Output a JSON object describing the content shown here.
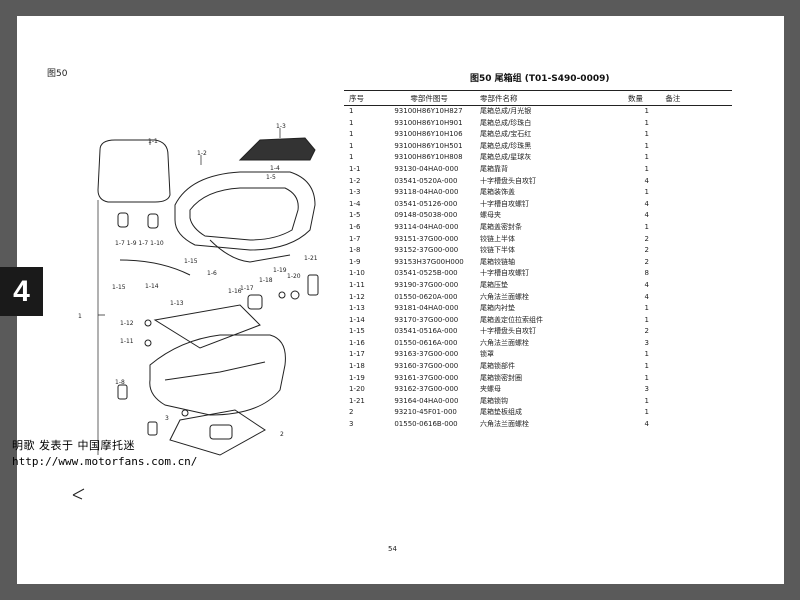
{
  "figure_label": "图50",
  "table_title": "图50 尾箱组 (T01-S490-0009)",
  "chapter": "4",
  "page_number": "54",
  "headers": {
    "index": "序号",
    "code": "零部件图号",
    "name": "零部件名称",
    "qty": "数量",
    "note": "备注"
  },
  "rows": [
    {
      "index": "1",
      "code": "93100H86Y10H827",
      "name": "尾箱总成/月光银",
      "qty": "1"
    },
    {
      "index": "1",
      "code": "93100H86Y10H901",
      "name": "尾箱总成/珍珠白",
      "qty": "1"
    },
    {
      "index": "1",
      "code": "93100H86Y10H106",
      "name": "尾箱总成/宝石红",
      "qty": "1"
    },
    {
      "index": "1",
      "code": "93100H86Y10H501",
      "name": "尾箱总成/珍珠黑",
      "qty": "1"
    },
    {
      "index": "1",
      "code": "93100H86Y10H808",
      "name": "尾箱总成/星球灰",
      "qty": "1"
    },
    {
      "index": "1-1",
      "code": "93130-04HA0-000",
      "name": "尾箱靠背",
      "qty": "1"
    },
    {
      "index": "1-2",
      "code": "03541-0520A-000",
      "name": "十字槽盘头自攻钉",
      "qty": "4"
    },
    {
      "index": "1-3",
      "code": "93118-04HA0-000",
      "name": "尾箱装饰盖",
      "qty": "1"
    },
    {
      "index": "1-4",
      "code": "03541-05126-000",
      "name": "十字槽自攻螺钉",
      "qty": "4"
    },
    {
      "index": "1-5",
      "code": "09148-05038-000",
      "name": "螺母夹",
      "qty": "4"
    },
    {
      "index": "1-6",
      "code": "93114-04HA0-000",
      "name": "尾箱盖密封条",
      "qty": "1"
    },
    {
      "index": "1-7",
      "code": "93151-37G00-000",
      "name": "铰链上半体",
      "qty": "2"
    },
    {
      "index": "1-8",
      "code": "93152-37G00-000",
      "name": "铰链下半体",
      "qty": "2"
    },
    {
      "index": "1-9",
      "code": "93153H37G00H000",
      "name": "尾箱铰链轴",
      "qty": "2"
    },
    {
      "index": "1-10",
      "code": "03541-0525B-000",
      "name": "十字槽自攻螺钉",
      "qty": "8"
    },
    {
      "index": "1-11",
      "code": "93190-37G00-000",
      "name": "尾箱压垫",
      "qty": "4"
    },
    {
      "index": "1-12",
      "code": "01550-0620A-000",
      "name": "六角法兰面螺栓",
      "qty": "4"
    },
    {
      "index": "1-13",
      "code": "93181-04HA0-000",
      "name": "尾箱内衬垫",
      "qty": "1"
    },
    {
      "index": "1-14",
      "code": "93170-37G00-000",
      "name": "尾箱盖定位拉索组件",
      "qty": "1"
    },
    {
      "index": "1-15",
      "code": "03541-0516A-000",
      "name": "十字槽盘头自攻钉",
      "qty": "2"
    },
    {
      "index": "1-16",
      "code": "01550-0616A-000",
      "name": "六角法兰面螺栓",
      "qty": "3"
    },
    {
      "index": "1-17",
      "code": "93163-37G00-000",
      "name": "锁罩",
      "qty": "1"
    },
    {
      "index": "1-18",
      "code": "93160-37G00-000",
      "name": "尾箱锁部件",
      "qty": "1"
    },
    {
      "index": "1-19",
      "code": "93161-37G00-000",
      "name": "尾箱锁密封圈",
      "qty": "1"
    },
    {
      "index": "1-20",
      "code": "93162-37G00-000",
      "name": "夹螺母",
      "qty": "3"
    },
    {
      "index": "1-21",
      "code": "93164-04HA0-000",
      "name": "尾箱锁钩",
      "qty": "1"
    },
    {
      "index": "2",
      "code": "93210-45F01-000",
      "name": "尾箱垫板组成",
      "qty": "1"
    },
    {
      "index": "3",
      "code": "01550-0616B-000",
      "name": "六角法兰面螺栓",
      "qty": "4"
    }
  ],
  "callouts": [
    "1-1",
    "1-2",
    "1-3",
    "1-4",
    "1-5",
    "1-6",
    "1-7",
    "1-9",
    "1-10",
    "1-15",
    "1-14",
    "1-16",
    "1-17",
    "1-18",
    "1-19",
    "1-20",
    "1-21",
    "1-13",
    "1-12",
    "1-11",
    "1",
    "1-8",
    "3",
    "2"
  ],
  "watermark": {
    "line1": "明歌 发表于 中国摩托迷",
    "line2": "http://www.motorfans.com.cn/"
  }
}
